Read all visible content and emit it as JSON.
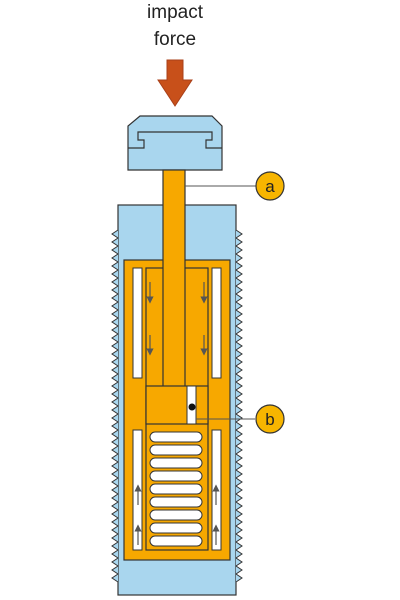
{
  "title_line1": "impact",
  "title_line2": "force",
  "callouts": [
    {
      "id": "a",
      "label": "a"
    },
    {
      "id": "b",
      "label": "b"
    }
  ],
  "colors": {
    "arrow": "#c8501a",
    "housing": "#a9d6ee",
    "oil": "#f7a800",
    "callout_fill": "#f7b500",
    "outline": "#333333",
    "flow_arrow": "#555555",
    "spring": "#ffffff"
  }
}
